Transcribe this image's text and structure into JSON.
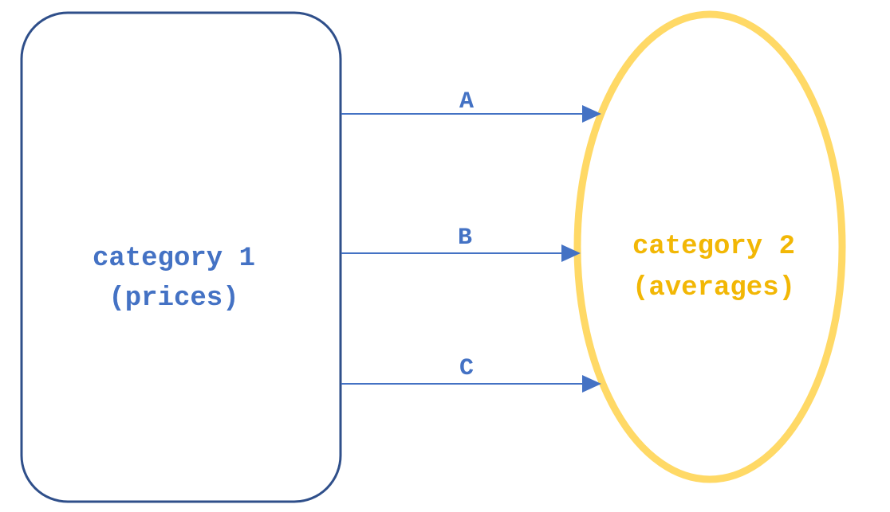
{
  "colors": {
    "primary": "#4472C4",
    "rect_border": "#2F4F8A",
    "accent": "#FFD966",
    "accent_text": "#F2B705"
  },
  "nodes": {
    "category1": {
      "line1": "category 1",
      "line2": "(prices)"
    },
    "category2": {
      "line1": "category 2",
      "line2": "(averages)"
    }
  },
  "edges": [
    {
      "label": "A"
    },
    {
      "label": "B"
    },
    {
      "label": "C"
    }
  ]
}
